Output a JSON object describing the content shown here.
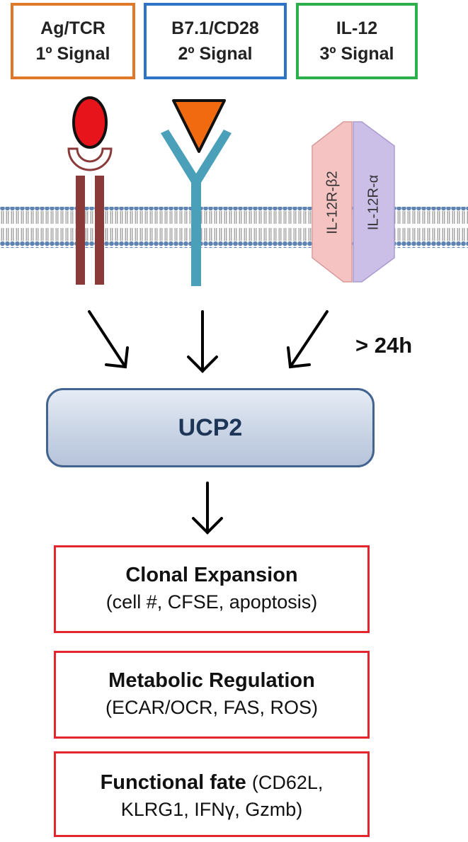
{
  "signals": [
    {
      "line1": "Ag/TCR",
      "line2": "1º Signal",
      "color": "#e0782a"
    },
    {
      "line1": "B7.1/CD28",
      "line2": "2º Signal",
      "color": "#2f74c4"
    },
    {
      "line1": "IL-12",
      "line2": "3º Signal",
      "color": "#2db04b"
    }
  ],
  "receptors": {
    "il12r_beta2": "IL-12R-β2",
    "il12r_alpha": "IL-12R-α"
  },
  "duration_label": "> 24h",
  "ucp2_label": "UCP2",
  "outcomes": [
    {
      "title": "Clonal Expansion",
      "subtitle": "(cell #, CFSE, apoptosis)"
    },
    {
      "title": "Metabolic Regulation",
      "subtitle": "(ECAR/OCR, FAS, ROS)"
    },
    {
      "title": "Functional fate",
      "title_extra": "(CD62L,",
      "subtitle": "KLRG1, IFNγ, Gzmb)"
    }
  ],
  "colors": {
    "outcome_border": "#e3262d",
    "ucp2_border": "#42648f",
    "membrane": "#6d8fb8",
    "tcr": "#8b3a3a",
    "antigen": "#e8141b",
    "cd28": "#4aa0b8",
    "b7": "#f26a10",
    "il12r_beta2_fill": "#f6c3c3",
    "il12r_alpha_fill": "#cbbfe8"
  }
}
